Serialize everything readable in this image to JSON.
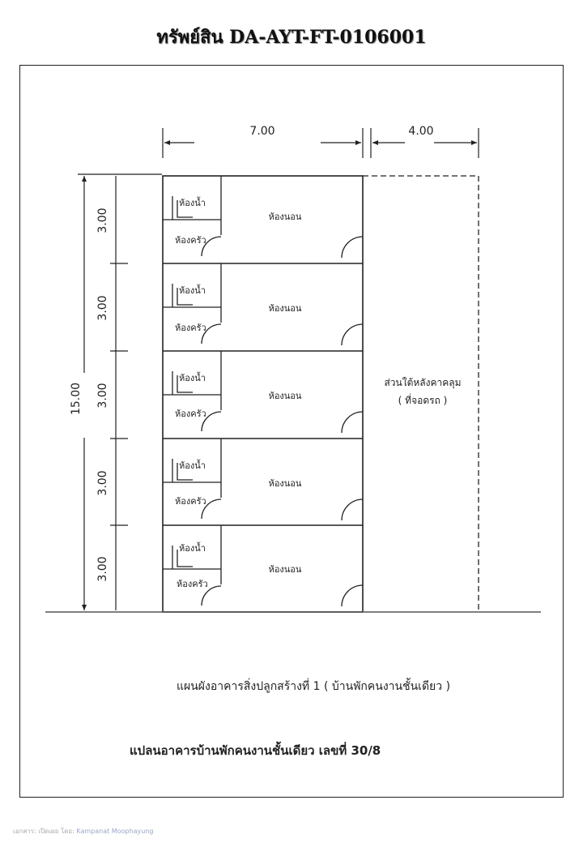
{
  "header": {
    "title": "ทรัพย์สิน DA-AYT-FT-0106001"
  },
  "dimensions": {
    "top_building_width": "7.00",
    "top_parking_width": "4.00",
    "total_height": "15.00",
    "unit_height": "3.00"
  },
  "units": [
    {
      "bathroom": "ห้องน้ำ",
      "kitchen": "ห้องครัว",
      "bedroom": "ห้องนอน"
    },
    {
      "bathroom": "ห้องน้ำ",
      "kitchen": "ห้องครัว",
      "bedroom": "ห้องนอน"
    },
    {
      "bathroom": "ห้องน้ำ",
      "kitchen": "ห้องครัว",
      "bedroom": "ห้องนอน"
    },
    {
      "bathroom": "ห้องน้ำ",
      "kitchen": "ห้องครัว",
      "bedroom": "ห้องนอน"
    },
    {
      "bathroom": "ห้องน้ำ",
      "kitchen": "ห้องครัว",
      "bedroom": "ห้องนอน"
    }
  ],
  "parking": {
    "line1": "ส่วนใต้หลังคาคลุม",
    "line2": "( ที่จอดรถ )"
  },
  "captions": {
    "plan_caption": "แผนผังอาคารสิ่งปลูกสร้างที่ 1 ( บ้านพักคนงานชั้นเดียว )",
    "plan_title": "แปลนอาคารบ้านพักคนงานชั้นเดียว เลขที่ 30/8"
  },
  "footer": {
    "label": "เอกสาร: เปิดเผย โดย:",
    "author": "Kampanat Moophayung"
  }
}
